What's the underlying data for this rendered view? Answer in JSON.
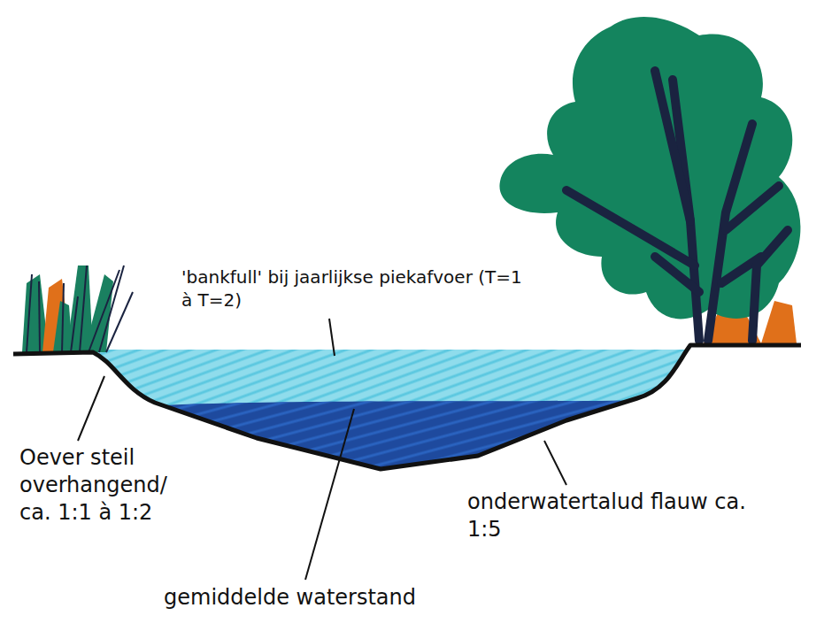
{
  "diagram": {
    "labels": [
      "'bankfull' bij jaarlijkse piekafvoer (T=1 à T=2)",
      "Oever steil overhangend/ ca. 1:1 à 1:2",
      "onderwatertalud flauw ca. 1:5",
      "gemiddelde waterstand"
    ]
  }
}
